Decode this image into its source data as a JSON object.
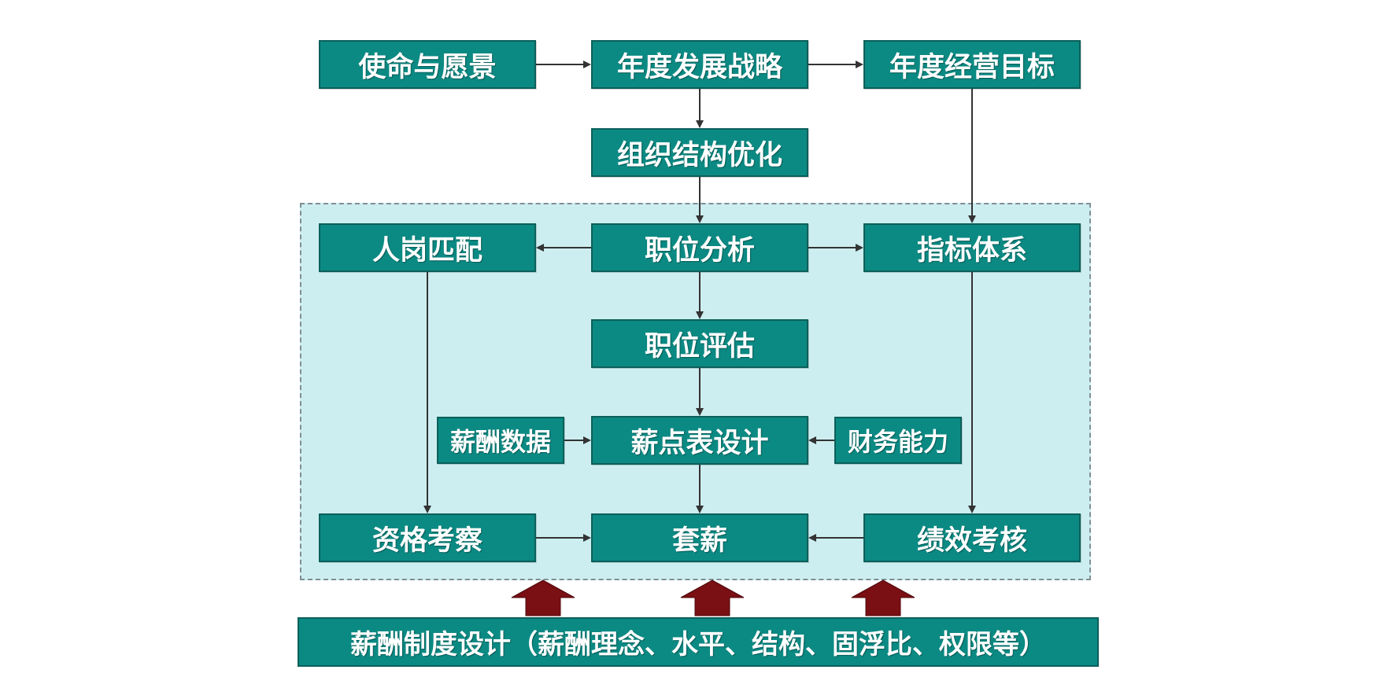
{
  "diagram": {
    "nodes": {
      "mission_vision": "使命与愿景",
      "annual_strategy": "年度发展战略",
      "annual_targets": "年度经营目标",
      "org_optimization": "组织结构优化",
      "person_job_match": "人岗匹配",
      "job_analysis": "职位分析",
      "indicator_system": "指标体系",
      "job_evaluation": "职位评估",
      "salary_data": "薪酬数据",
      "salary_scale_design": "薪点表设计",
      "financial_capacity": "财务能力",
      "qualification_review": "资格考察",
      "salary_mapping": "套薪",
      "performance_appraisal": "绩效考核"
    },
    "footer": "薪酬制度设计（薪酬理念、水平、结构、固浮比、权限等）",
    "colors": {
      "box_fill": "#0b8a83",
      "panel_fill": "#cdeef0",
      "arrow": "#333333",
      "big_arrow": "#7a0f14"
    }
  }
}
